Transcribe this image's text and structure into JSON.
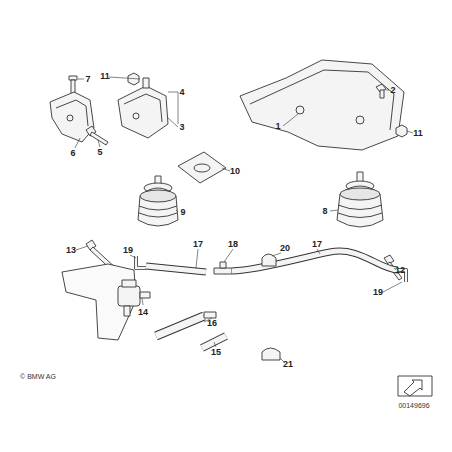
{
  "diagram": {
    "labels": [
      "7",
      "11",
      "4",
      "2",
      "1",
      "3",
      "6",
      "5",
      "10",
      "11",
      "9",
      "8",
      "13",
      "19",
      "17",
      "18",
      "17",
      "20",
      "12",
      "19",
      "14",
      "16",
      "15",
      "21",
      "© BMW AG",
      "00149696"
    ]
  }
}
